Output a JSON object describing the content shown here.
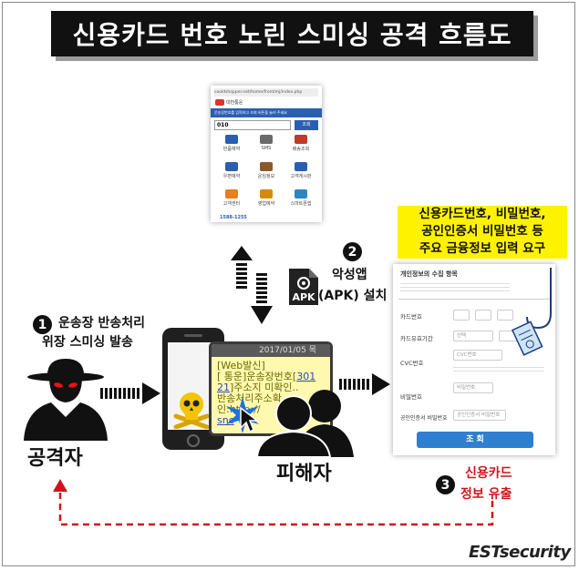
{
  "title": "신용카드 번호 노린 스미싱 공격 흐름도",
  "steps": {
    "step1": {
      "num": "1",
      "line1": "운송장 반송처리",
      "line2": "위장 스미싱 발송"
    },
    "step2": {
      "num": "2",
      "line1": "악성앱",
      "line2": "(APK) 설치"
    },
    "step3": {
      "num": "3",
      "line1": "신용카드",
      "line2": "정보 유출"
    }
  },
  "actors": {
    "attacker": "공격자",
    "victim": "피해자"
  },
  "apk_label": "APK",
  "info_request": {
    "line1": "신용카드번호, 비밀번호,",
    "line2": "공인인증서 비밀번호 등",
    "line3": "주요 금융정보 입력 요구"
  },
  "sms": {
    "date": "2017/01/05 목",
    "line1": "[Web발신]",
    "line2a": "[    통운]운송장번호[",
    "line2b": "301",
    "line3a": "21",
    "line3b": "]주소지 미확인..",
    "line4": "반송처리주소확인:http://",
    "line5": "snc"
  },
  "tracking_page": {
    "url": "cooldshopper.net/home/front/mj/index.php",
    "brand": "대한통운",
    "notice": "운송장번호를 입력하고 조회 버튼을 눌러 주세요",
    "input_value": "010",
    "search_button": "조회",
    "menu": [
      {
        "label": "반품예약",
        "color": "#2a5fb0"
      },
      {
        "label": "SMS",
        "color": "#6a6a6a"
      },
      {
        "label": "배송조회",
        "color": "#c0392b"
      },
      {
        "label": "우편예약",
        "color": "#2a5fb0"
      },
      {
        "label": "운임정보",
        "color": "#8a5a2b"
      },
      {
        "label": "고객게시판",
        "color": "#2a5fb0"
      },
      {
        "label": "고객센터",
        "color": "#e67e22"
      },
      {
        "label": "영업예약",
        "color": "#d68910"
      },
      {
        "label": "스마트폰앱",
        "color": "#2e86c1"
      }
    ],
    "hotline": "1588-1255"
  },
  "card_form": {
    "header": "개인정보의 수집 항목",
    "fields": [
      {
        "label": "카드번호",
        "placeholder": ""
      },
      {
        "label": "카드유효기간",
        "placeholder": "선택"
      },
      {
        "label": "CVC번호",
        "placeholder": "CVC번호"
      },
      {
        "label": "비밀번호",
        "placeholder": "비밀번호"
      },
      {
        "label": "공인인증서 비밀번호",
        "placeholder": "공인인증서 비밀번호"
      }
    ],
    "submit": "조 회"
  },
  "logo": "ESTsecurity",
  "colors": {
    "accent_red": "#d0141c",
    "highlight_yellow": "#fff200",
    "title_bg": "#111111",
    "button_blue": "#2f7fd0"
  }
}
